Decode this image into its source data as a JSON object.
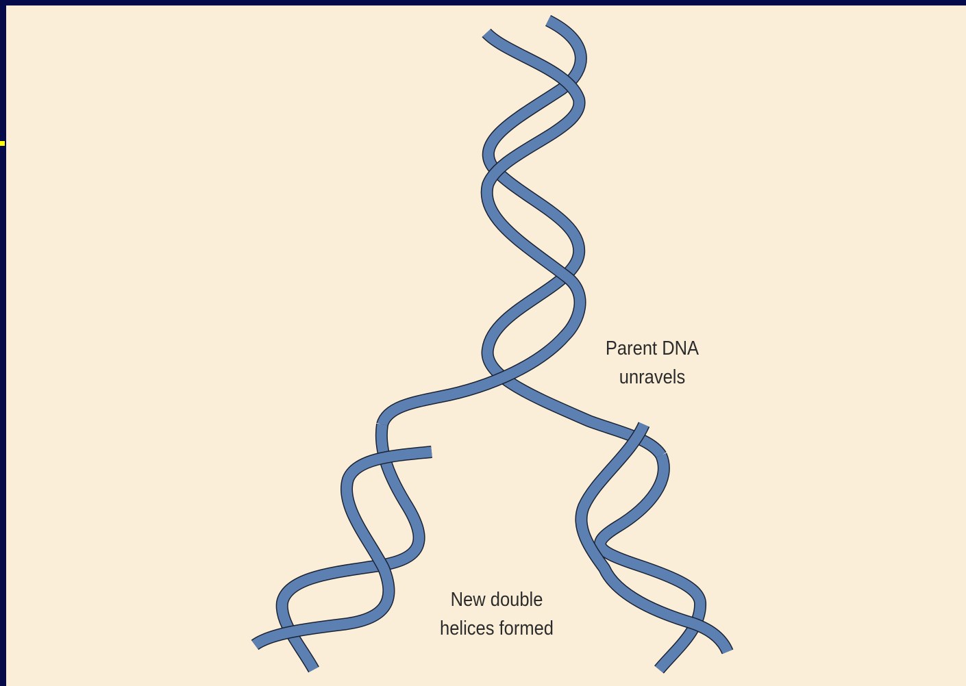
{
  "diagram": {
    "labels": {
      "parent": [
        "Parent DNA",
        "unravels"
      ],
      "daughters": [
        "New double",
        "helices formed"
      ]
    },
    "colors": {
      "background": "#faeed8",
      "frame": "#050a4a",
      "strand_fill": "#5d80b3",
      "strand_outline": "#1a2233",
      "marker": "#ffff00"
    }
  }
}
